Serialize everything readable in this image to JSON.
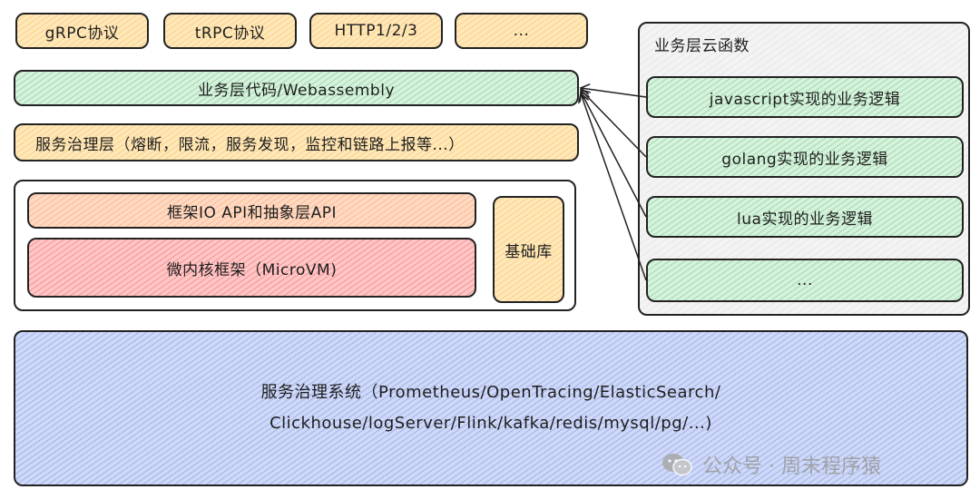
{
  "protocols": [
    "gRPC协议",
    "tRPC协议",
    "HTTP1/2/3",
    "..."
  ],
  "business_layer": "业务层代码/Webassembly",
  "governance_layer": "服务治理层（熔断，限流，服务发现，监控和链路上报等...）",
  "framework": {
    "io_api": "框架IO API和抽象层API",
    "microvm": "微内核框架（MicroVM)",
    "base_lib": "基础库"
  },
  "cloud_functions": {
    "title": "业务层云函数",
    "items": [
      "javascript实现的业务逻辑",
      "golang实现的业务逻辑",
      "lua实现的业务逻辑",
      "..."
    ]
  },
  "governance_system": {
    "line1": "服务治理系统（Prometheus/OpenTracing/ElasticSearch/",
    "line2": "Clickhouse/logServer/Flink/kafka/redis/mysql/pg/...)"
  },
  "watermark": "公众号 · 周末程序猿",
  "colors": {
    "orange": "#ffe8b8",
    "green": "#d6f2dc",
    "salmon": "#ffd9c2",
    "red": "#ffc6c6",
    "blue": "#cfd9f7",
    "grey": "#f3f3f3"
  }
}
